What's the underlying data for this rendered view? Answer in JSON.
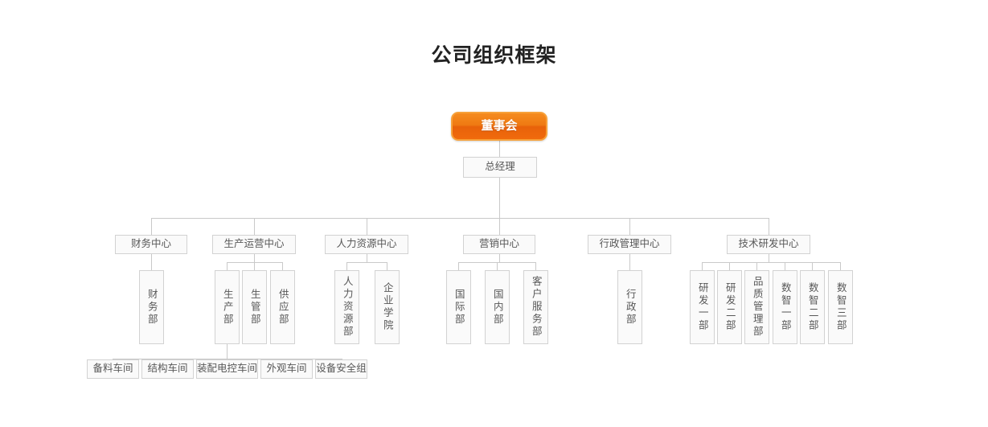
{
  "page": {
    "title": "公司组织框架",
    "background": "#ffffff",
    "accent_color": "#ef7a12",
    "node_border_color": "#d2d2d2",
    "node_fill_color": "#fafafa",
    "connector_color": "#c9c9c9"
  },
  "chart_data": {
    "type": "diagram",
    "subtype": "organization-chart",
    "title": "公司组织框架",
    "orientation": "top-down",
    "levels": 5,
    "root": {
      "label": "董事会",
      "style": "orange-rounded"
    },
    "level2": {
      "label": "总经理",
      "style": "plain-box"
    },
    "centers": [
      {
        "label": "财务中心",
        "departments": [
          "财务部"
        ]
      },
      {
        "label": "生产运营中心",
        "departments": [
          "生产部",
          "生管部",
          "供应部"
        ]
      },
      {
        "label": "人力资源中心",
        "departments": [
          "人力资源部",
          "企业学院"
        ]
      },
      {
        "label": "营销中心",
        "departments": [
          "国际部",
          "国内部",
          "客户服务部"
        ]
      },
      {
        "label": "行政管理中心",
        "departments": [
          "行政部"
        ]
      },
      {
        "label": "技术研发中心",
        "departments": [
          "研发一部",
          "研发二部",
          "品质管理部",
          "数智一部",
          "数智二部",
          "数智三部"
        ]
      }
    ],
    "workshops": {
      "parent": "生产部",
      "items": [
        "备料车间",
        "结构车间",
        "装配电控车间",
        "外观车间",
        "设备安全组"
      ]
    }
  },
  "nodes": {
    "root": "董事会",
    "gm": "总经理",
    "center_finance": "财务中心",
    "center_production": "生产运营中心",
    "center_hr": "人力资源中心",
    "center_marketing": "营销中心",
    "center_admin": "行政管理中心",
    "center_rd": "技术研发中心",
    "dept_finance": "财务部",
    "dept_production": "生产部",
    "dept_prodmgmt": "生管部",
    "dept_supply": "供应部",
    "dept_hr": "人力资源部",
    "dept_academy": "企业学院",
    "dept_intl": "国际部",
    "dept_domestic": "国内部",
    "dept_service": "客户服务部",
    "dept_admin": "行政部",
    "dept_rd1": "研发一部",
    "dept_rd2": "研发二部",
    "dept_quality": "品质管理部",
    "dept_di1": "数智一部",
    "dept_di2": "数智二部",
    "dept_di3": "数智三部",
    "ws_material": "备料车间",
    "ws_structure": "结构车间",
    "ws_assembly": "装配电控车间",
    "ws_appearance": "外观车间",
    "ws_safety": "设备安全组"
  }
}
